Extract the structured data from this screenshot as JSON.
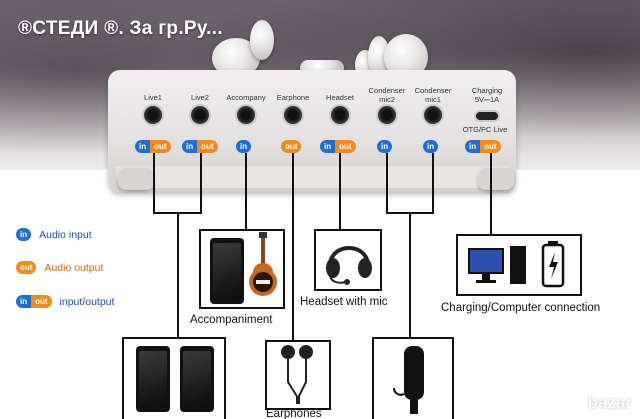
{
  "watermark": {
    "top_text": "®СТЕДИ ®. За гр.Ру...",
    "bottom_text": "bazar"
  },
  "ports": [
    {
      "label": "Live1",
      "badge": "in/out"
    },
    {
      "label": "Live2",
      "badge": "in/out"
    },
    {
      "label": "Accompany",
      "badge": "in"
    },
    {
      "label": "Earphone",
      "badge": "out"
    },
    {
      "label": "Headset",
      "badge": "in/out"
    },
    {
      "label": "Condenser\nmic2",
      "badge": "in"
    },
    {
      "label": "Condenser\nmic1",
      "badge": "in"
    },
    {
      "label": "Charging\n5V⎓1A",
      "sublabel": "OTG/PC Live",
      "badge": "in/out"
    }
  ],
  "badge_text": {
    "in": "in",
    "out": "out"
  },
  "legend": {
    "audio_input": "Audio input",
    "audio_output": "Audio output",
    "input_output_1": "input",
    "input_output_sep": "/",
    "input_output_2": "output"
  },
  "captions": {
    "accompaniment": "Accompaniment",
    "headset": "Headset with mic",
    "charging": "Charging/Computer connection",
    "earphones": "Earphones"
  },
  "colors": {
    "in": "#1f6fd1",
    "out": "#f28b1f",
    "line": "#111111"
  }
}
